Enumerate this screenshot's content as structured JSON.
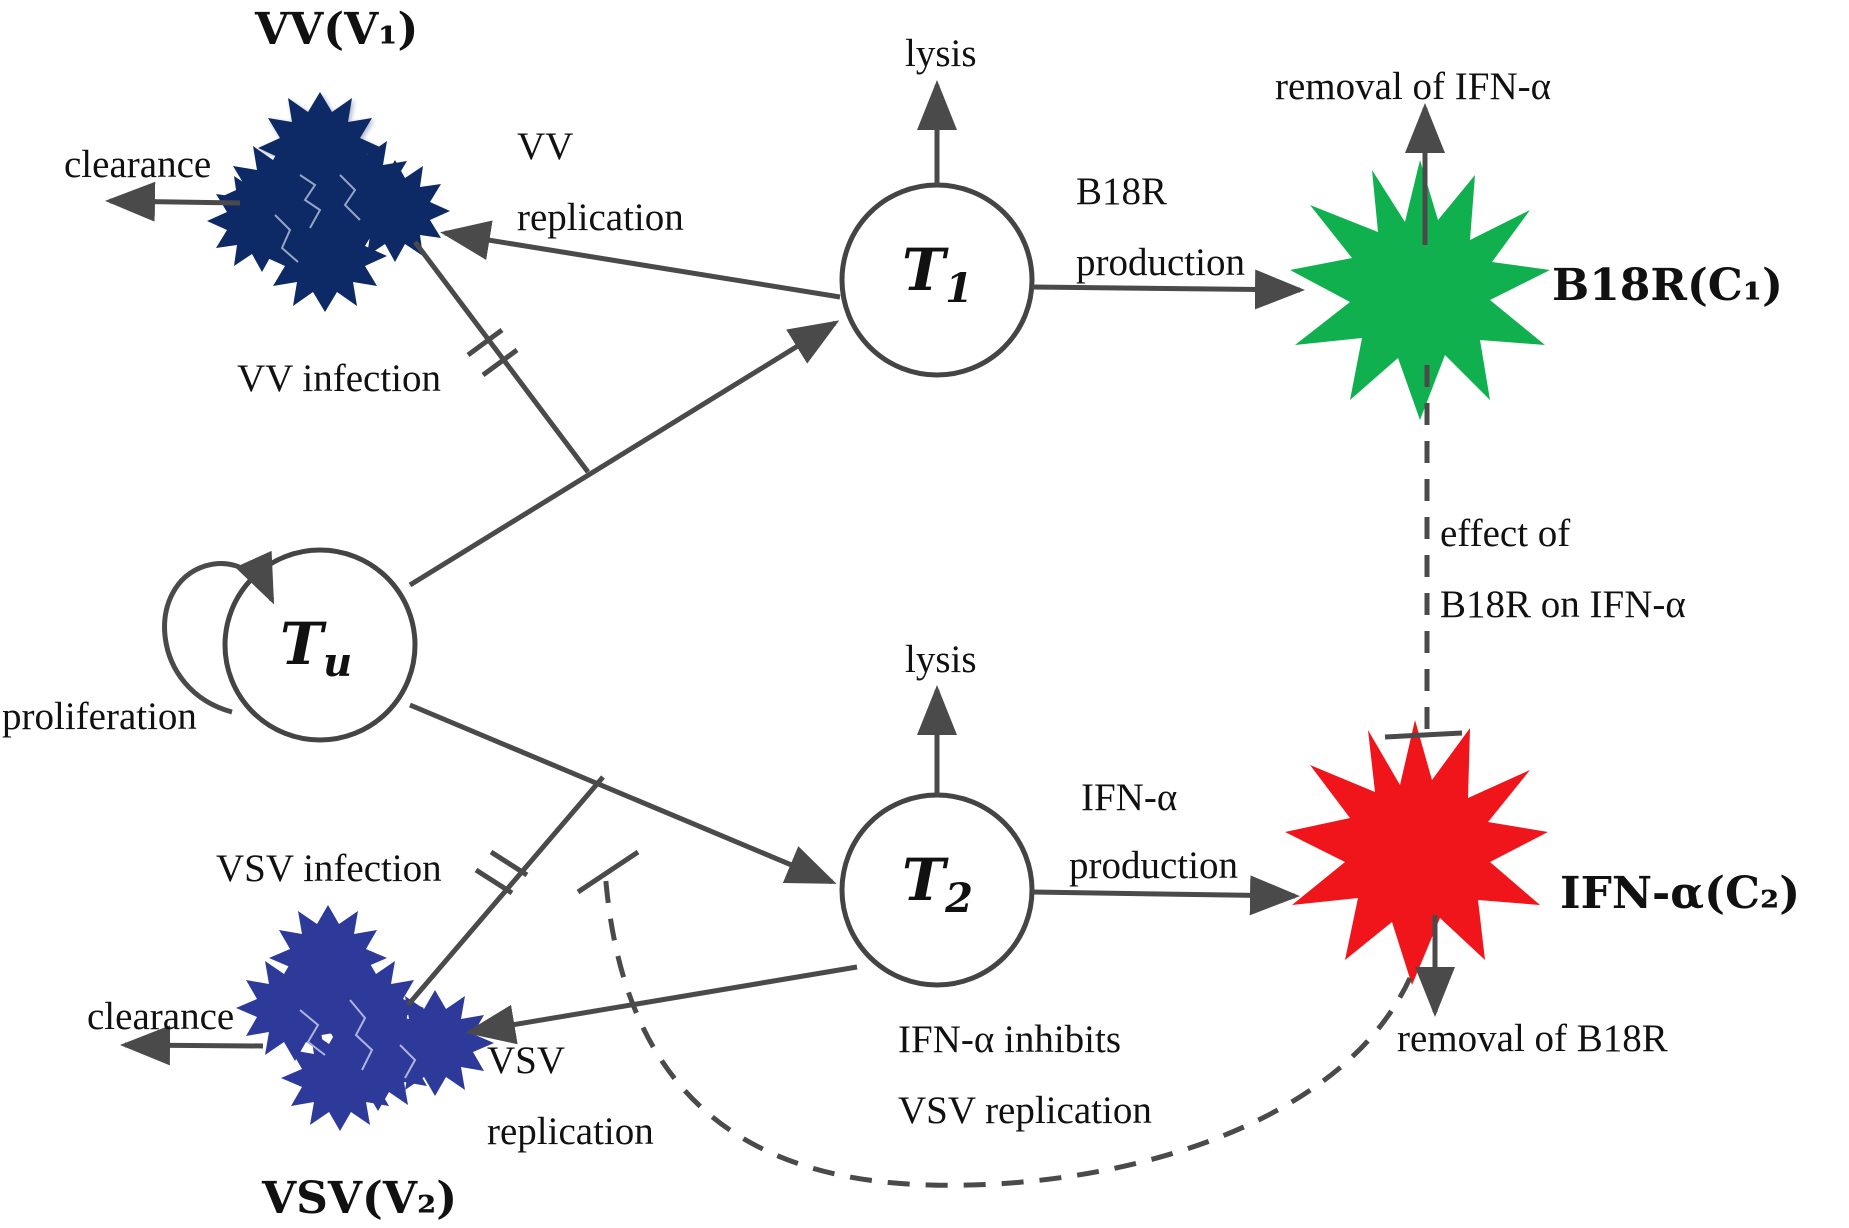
{
  "nodes": {
    "tu": {
      "label": "T",
      "sub": "u"
    },
    "t1": {
      "label": "T",
      "sub": "1"
    },
    "t2": {
      "label": "T",
      "sub": "2"
    }
  },
  "species": {
    "vv": {
      "label": "VV(V₁)",
      "color": "#0d2a66"
    },
    "vsv": {
      "label": "VSV(V₂)",
      "color": "#2e3a9a"
    },
    "b18r": {
      "label": "B18R(C₁)",
      "color": "#11b04f"
    },
    "ifn": {
      "label": "IFN-α(C₂)",
      "color": "#f0151a"
    }
  },
  "labels": {
    "clearance_vv": "clearance",
    "clearance_vsv": "clearance",
    "vv_replication_1": "VV",
    "vv_replication_2": "replication",
    "vv_infection": "VV infection",
    "vsv_infection": "VSV infection",
    "vsv_replication_1": "VSV",
    "vsv_replication_2": "replication",
    "lysis_t1": "lysis",
    "lysis_t2": "lysis",
    "b18r_production_1": "B18R",
    "b18r_production_2": "production",
    "ifn_production_1": "IFN-α",
    "ifn_production_2": "production",
    "removal_ifn": "removal of IFN-α",
    "removal_b18r": "removal of B18R",
    "effect_1": "effect of",
    "effect_2": "B18R on IFN-α",
    "ifn_inhibits_1": "IFN-α inhibits",
    "ifn_inhibits_2": "VSV replication",
    "proliferation": "proliferation"
  }
}
